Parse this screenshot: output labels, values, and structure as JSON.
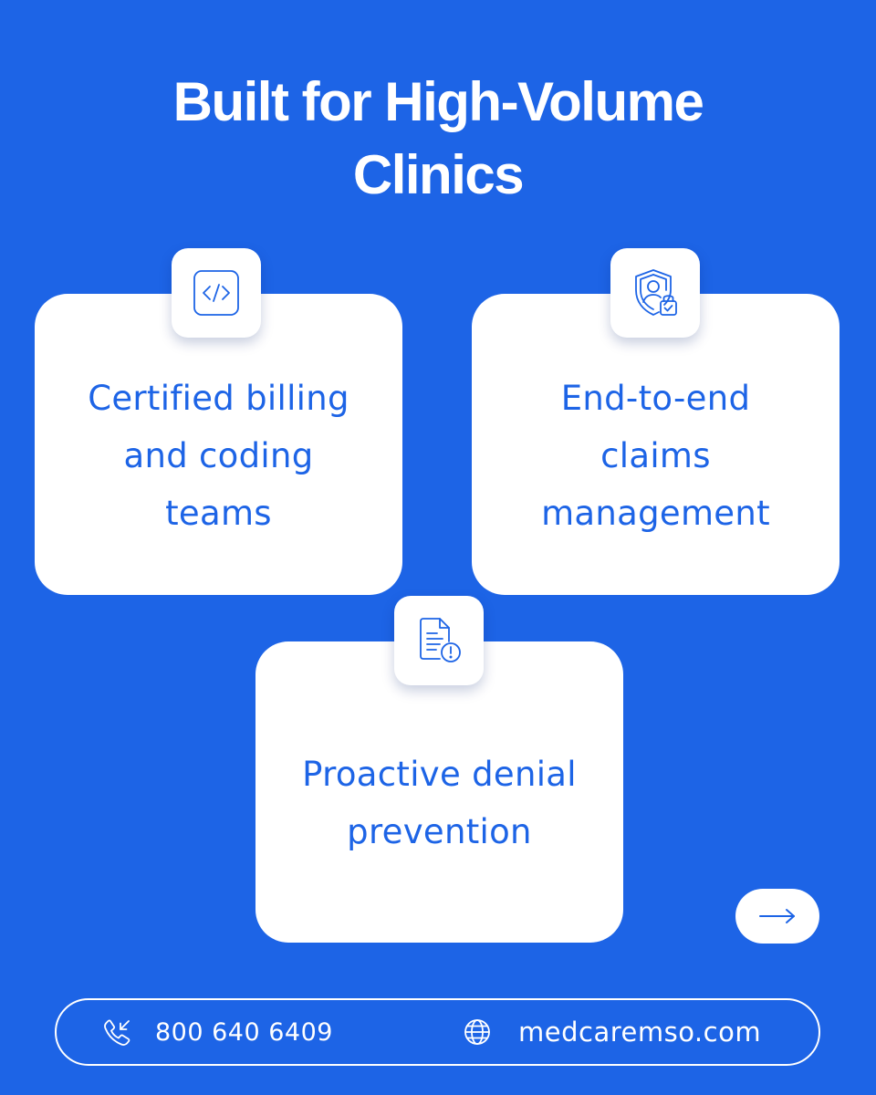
{
  "headline": {
    "line1": "Built for High-Volume",
    "line2": "Clinics"
  },
  "cards": [
    {
      "text": "Certified billing and coding teams",
      "icon": "code-brackets-icon"
    },
    {
      "text": "End-to-end claims management",
      "icon": "shield-user-lock-icon"
    },
    {
      "text": "Proactive denial prevention",
      "icon": "document-alert-icon"
    }
  ],
  "next_button": {
    "icon": "arrow-right-icon"
  },
  "footer": {
    "phone": "800 640 6409",
    "phone_icon": "phone-incoming-icon",
    "website": "medcaremso.com",
    "website_icon": "globe-icon"
  },
  "colors": {
    "background": "#1d64e6",
    "card": "#ffffff",
    "accent_text": "#1d64e6"
  }
}
